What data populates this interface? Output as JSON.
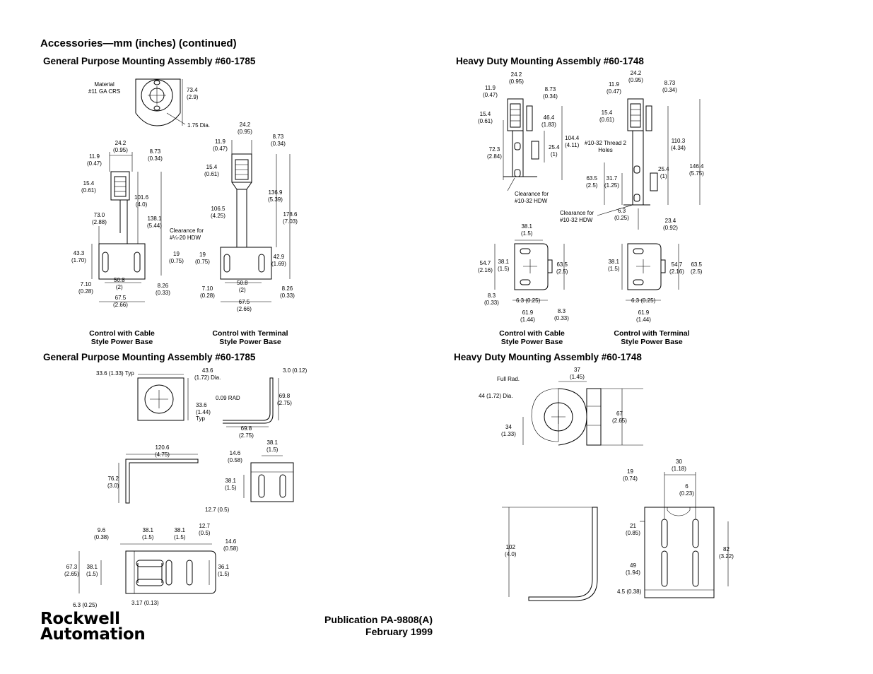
{
  "page": {
    "heading": "Accessories—mm (inches) (continued)",
    "titles": {
      "gp_top": "General Purpose Mounting Assembly #60-1785",
      "hd_top": "Heavy Duty Mounting Assembly #60-1748",
      "gp_bottom": "General Purpose Mounting Assembly #60-1785",
      "hd_bottom": "Heavy Duty Mounting Assembly #60-1748"
    },
    "captions": {
      "gp_cable": "Control with Cable\nStyle Power Base",
      "gp_terminal": "Control with Terminal\nStyle Power Base",
      "hd_cable": "Control with Cable\nStyle Power Base",
      "hd_terminal": "Control with Terminal\nStyle Power Base"
    },
    "publication": {
      "line1": "Publication PA-9808(A)",
      "line2": "February 1999"
    },
    "logo": {
      "line1": "Rockwell",
      "line2": "Automation"
    }
  },
  "dims": {
    "gp_top": {
      "material": "Material\n#11 GA CRS",
      "d73_4": "73.4\n(2.9)",
      "dia175": "1.75 Dia.",
      "c_24_2": "24.2\n(0.95)",
      "c_11_9": "11.9\n(0.47)",
      "c_8_73": "8.73\n(0.34)",
      "c_15_4": "15.4\n(0.61)",
      "c_101_6": "101.6\n(4.0)",
      "c_138_1": "138.1\n(5.44)",
      "c_73_0": "73.0\n(2.88)",
      "c_clear": "Clearance for\n#¼-20 HDW",
      "c_43_3": "43.3\n(1.70)",
      "c_19": "19\n(0.75)",
      "c_7_10": "7.10\n(0.28)",
      "c_50_8": "50.8\n(2)",
      "c_8_26": "8.26\n(0.33)",
      "c_67_5": "67.5\n(2.66)",
      "t_24_2": "24.2\n(0.95)",
      "t_11_9": "11.9\n(0.47)",
      "t_8_73": "8.73\n(0.34)",
      "t_15_4": "15.4\n(0.61)",
      "t_136_9": "136.9\n(5.39)",
      "t_106_5": "106.5\n(4.25)",
      "t_178_6": "178.6\n(7.03)",
      "t_19": "19\n(0.75)",
      "t_42_9": "42.9\n(1.69)",
      "t_7_10": "7.10\n(0.28)",
      "t_50_8": "50.8\n(2)",
      "t_8_26": "8.26\n(0.33)",
      "t_67_5": "67.5\n(2.66)"
    },
    "hd_top": {
      "c_24_2": "24.2\n(0.95)",
      "c_11_9": "11.9\n(0.47)",
      "c_8_73": "8.73\n(0.34)",
      "c_15_4": "15.4\n(0.61)",
      "c_46_4": "46.4\n(1.83)",
      "c_104_4": "104.4\n(4.11)",
      "c_25_4": "25.4\n(1)",
      "c_72_3": "72.3\n(2.84)",
      "c_clear": "Clearance for\n#10-32 HDW",
      "t_24_2": "24.2\n(0.95)",
      "t_11_9": "11.9\n(0.47)",
      "t_8_73": "8.73\n(0.34)",
      "t_15_4": "15.4\n(0.61)",
      "t_thread": "#10-32 Thread 2\nHoles",
      "t_110_3": "110.3\n(4.34)",
      "t_146_4": "146.4\n(5.75)",
      "t_25_4": "25.4\n(1)",
      "t_63_5": "63.5\n(2.5)",
      "t_31_7": "31.7\n(1.25)",
      "t_clear": "Clearance for\n#10-32 HDW",
      "t_6_3": "6.3\n(0.25)",
      "t_23_4": "23.4\n(0.92)",
      "b1_38_1": "38.1\n(1.5)",
      "b1_54_7": "54.7\n(2.16)",
      "b1_38_1b": "38.1\n(1.5)",
      "b1_63_5": "63.5\n(2.5)",
      "b1_8_3": "8.3\n(0.33)",
      "b1_6_3": "6.3 (0.25)",
      "b1_61_9": "61.9\n(1.44)",
      "b1_8_3b": "8.3\n(0.33)",
      "b2_38_1": "38.1\n(1.5)",
      "b2_54_7": "54.7\n(2.16)",
      "b2_63_5": "63.5\n(2.5)",
      "b2_6_3": "6.3 (0.25)",
      "b2_61_9": "61.9\n(1.44)"
    },
    "gp_bottom": {
      "d33_6typ": "33.6 (1.33) Typ",
      "d43_6": "43.6\n(1.72) Dia.",
      "d3_0": "3.0 (0.12)",
      "d33_6b": "33.6\n(1.44)\nTyp",
      "d0_09": "0.09 RAD",
      "d69_8v": "69.8\n(2.75)",
      "d69_8h": "69.8\n(2.75)",
      "d120_6": "120.6\n(4.75)",
      "d76_2": "76.2\n(3.0)",
      "d38_1a": "38.1\n(1.5)",
      "d14_6a": "14.6\n(0.58)",
      "d38_1b": "38.1\n(1.5)",
      "d12_7a": "12.7 (0.5)",
      "d9_6": "9.6\n(0.38)",
      "d38_1c": "38.1\n(1.5)",
      "d38_1d": "38.1\n(1.5)",
      "d12_7b": "12.7\n(0.5)",
      "d14_6b": "14.6\n(0.58)",
      "d67_3": "67.3\n(2.65)",
      "d38_1e": "38.1\n(1.5)",
      "d36_1": "36.1\n(1.5)",
      "d6_3": "6.3 (0.25)",
      "d3_17": "3.17 (0.13)"
    },
    "hd_bottom": {
      "d37": "37\n(1.45)",
      "fullrad": "Full Rad.",
      "d44": "44 (1.72) Dia.",
      "d67": "67\n(2.65)",
      "d34": "34\n(1.33)",
      "d30": "30\n(1.18)",
      "d19": "19\n(0.74)",
      "d6": "6\n(0.23)",
      "d102": "102\n(4.0)",
      "d21": "21\n(0.85)",
      "d82": "82\n(3.22)",
      "d49": "49\n(1.94)",
      "d4_5": "4.5 (0.38)"
    }
  }
}
